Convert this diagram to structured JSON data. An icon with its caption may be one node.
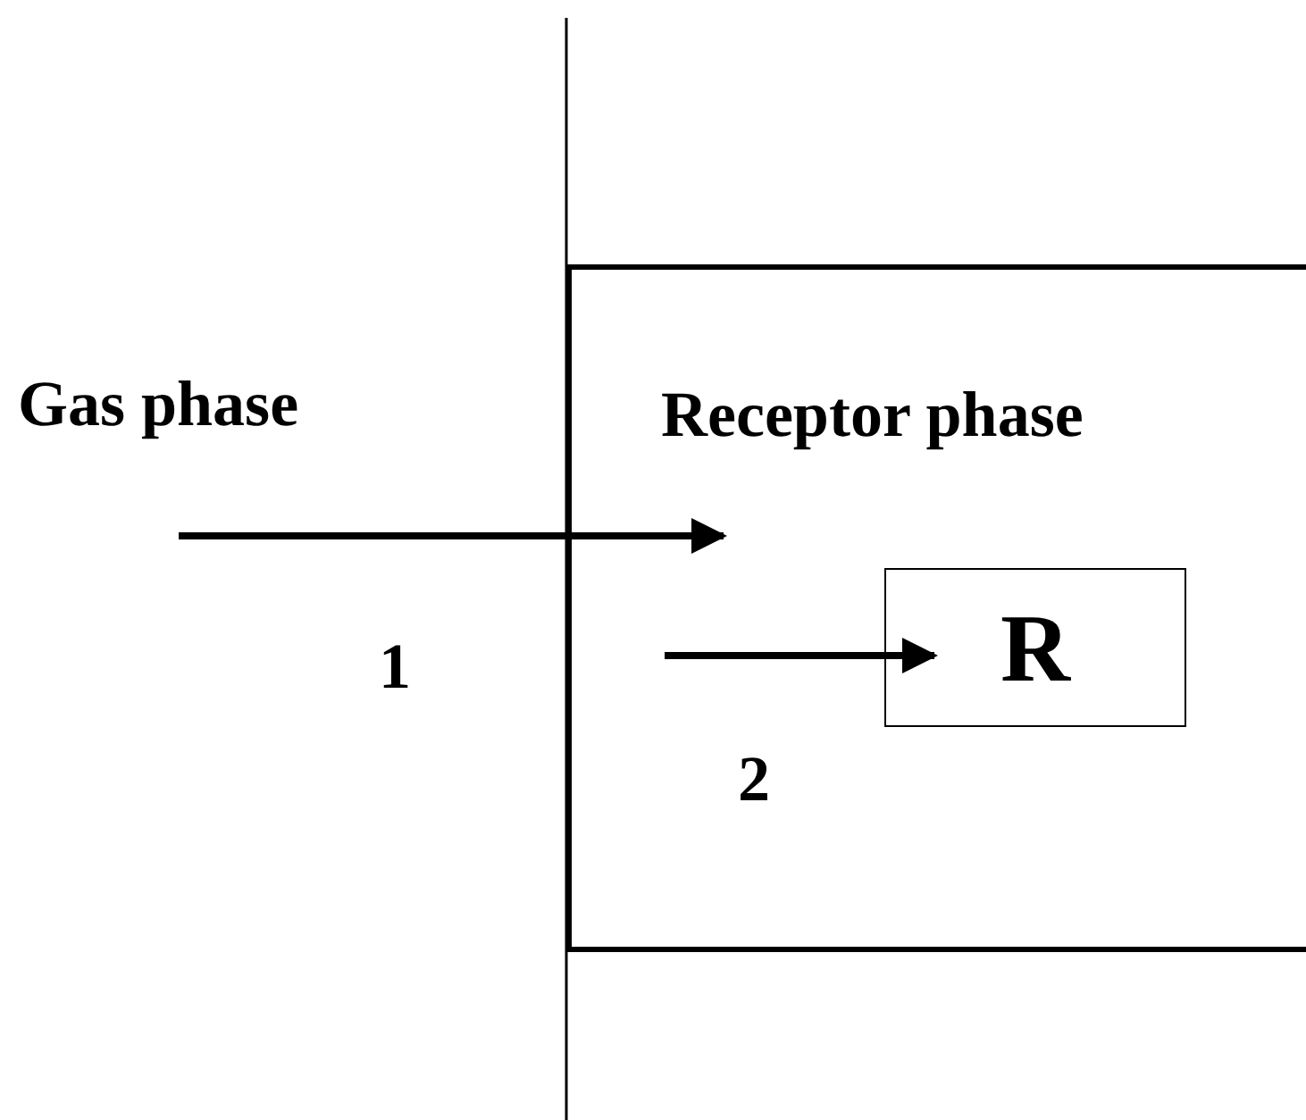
{
  "diagram": {
    "nodes": [
      {
        "text": [
          "Receptor phase"
        ]
      },
      {
        "text": [
          "R"
        ],
        "in": 0
      }
    ],
    "edges": [
      {
        "from": null,
        "to": 0,
        "arrow": "to",
        "label": "1"
      },
      {
        "from": null,
        "to": 1,
        "arrow": "to",
        "label": "2"
      }
    ],
    "labels": [
      "Gas phase"
    ]
  }
}
